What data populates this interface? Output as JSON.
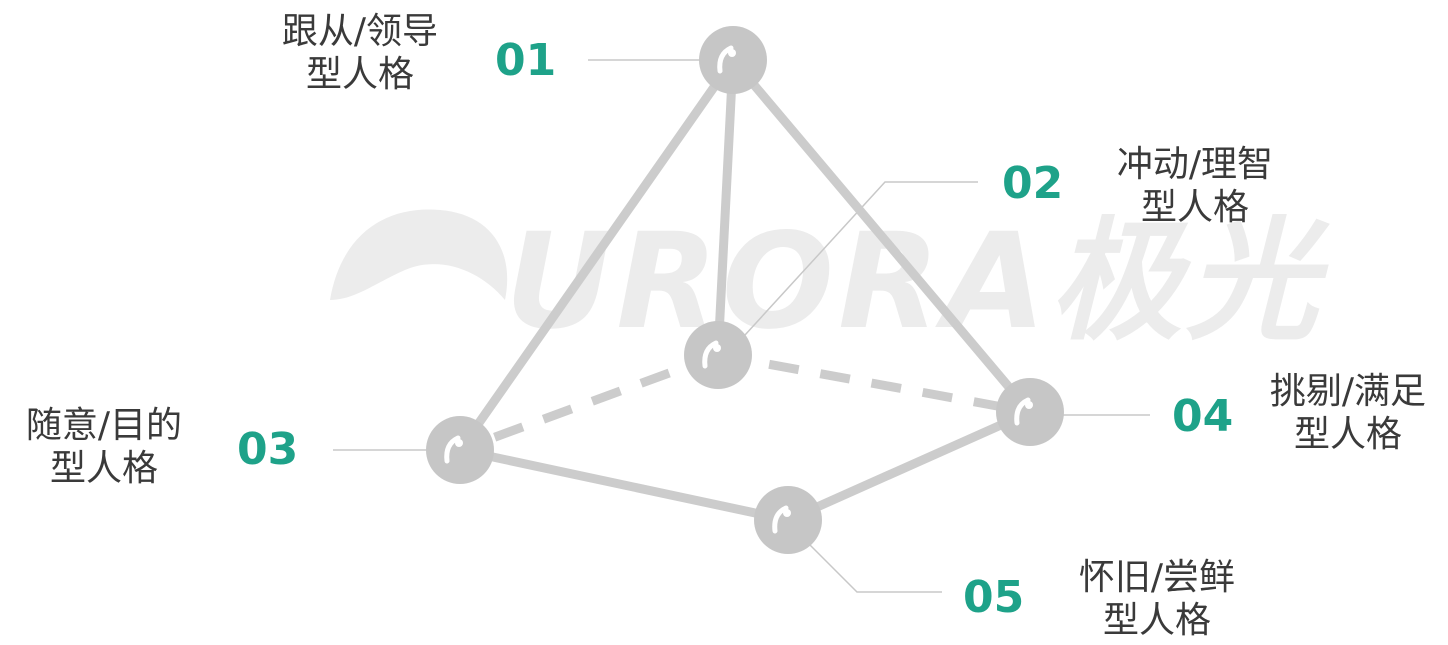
{
  "watermark": {
    "text": "URORA极光",
    "color": "#ececec"
  },
  "colors": {
    "accent": "#1ea289",
    "edge": "#cccccc",
    "leader": "#c8c8c8",
    "node": "#c6c6c6",
    "label": "#3a3a3a"
  },
  "nodes": [
    {
      "id": "01",
      "number": "01",
      "label_line1": "跟从/领导",
      "label_line2": "型人格"
    },
    {
      "id": "02",
      "number": "02",
      "label_line1": "冲动/理智",
      "label_line2": "型人格"
    },
    {
      "id": "03",
      "number": "03",
      "label_line1": "随意/目的",
      "label_line2": "型人格"
    },
    {
      "id": "04",
      "number": "04",
      "label_line1": "挑剔/满足",
      "label_line2": "型人格"
    },
    {
      "id": "05",
      "number": "05",
      "label_line1": "怀旧/尝鲜",
      "label_line2": "型人格"
    }
  ]
}
